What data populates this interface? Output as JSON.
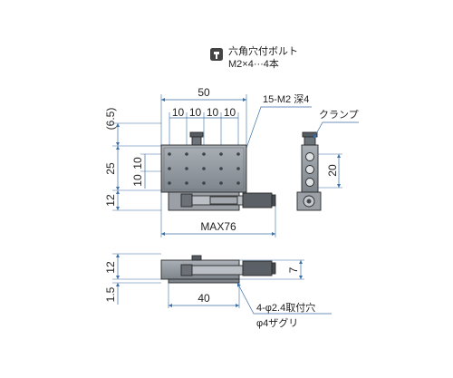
{
  "legend": {
    "icon": "hex-socket-bolt-icon",
    "line1": "六角穴付ボルト",
    "line2": "M2×4···4本"
  },
  "top_view": {
    "width": "50",
    "pitch": [
      "10",
      "10",
      "10",
      "10"
    ],
    "holes_note": "15-M2 深4",
    "clamp": "クランプ",
    "left_offset": "(6.5)",
    "height": "25",
    "pitch_v": [
      "10",
      "10"
    ],
    "lower": "12",
    "max_length": "MAX76",
    "side_width": "20"
  },
  "front_view": {
    "height": "12",
    "base": "1.5",
    "table_height": "7",
    "base_width": "40",
    "mount_holes": "4-φ2.4取付穴",
    "counterbore": "φ4ザグリ"
  },
  "colors": {
    "dimension": "#3b6fa5",
    "body": "#8e949a",
    "outline": "#2a2a2a",
    "text": "#222222"
  }
}
